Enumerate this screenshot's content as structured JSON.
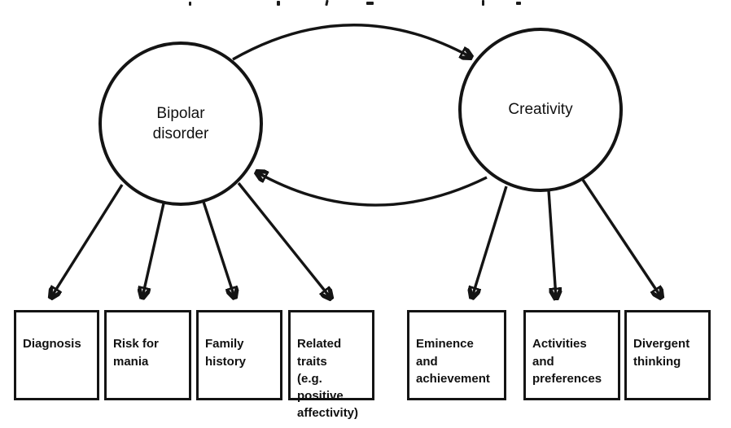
{
  "colors": {
    "ink": "#141414",
    "background": "#ffffff"
  },
  "diagram": {
    "type": "path-diagram",
    "nodes": {
      "bipolar": {
        "label": "Bipolar\ndisorder"
      },
      "creativity": {
        "label": "Creativity"
      }
    },
    "bipolar_indicators": [
      {
        "label": "Diagnosis"
      },
      {
        "label": "Risk for\nmania"
      },
      {
        "label": "Family\nhistory"
      },
      {
        "label": "Related\ntraits\n(e.g.\npositive\naffectivity)"
      }
    ],
    "creativity_indicators": [
      {
        "label": "Eminence and\nachievement"
      },
      {
        "label": "Activities and\npreferences"
      },
      {
        "label": "Divergent\nthinking"
      }
    ],
    "edges": [
      {
        "from": "Bipolar disorder",
        "to": "Creativity",
        "style": "curved-arrow"
      },
      {
        "from": "Creativity",
        "to": "Bipolar disorder",
        "style": "curved-arrow"
      },
      {
        "from": "Bipolar disorder",
        "to": "Diagnosis",
        "style": "straight-arrow"
      },
      {
        "from": "Bipolar disorder",
        "to": "Risk for mania",
        "style": "straight-arrow"
      },
      {
        "from": "Bipolar disorder",
        "to": "Family history",
        "style": "straight-arrow"
      },
      {
        "from": "Bipolar disorder",
        "to": "Related traits (e.g. positive affectivity)",
        "style": "straight-arrow"
      },
      {
        "from": "Creativity",
        "to": "Eminence and achievement",
        "style": "straight-arrow"
      },
      {
        "from": "Creativity",
        "to": "Activities and preferences",
        "style": "straight-arrow"
      },
      {
        "from": "Creativity",
        "to": "Divergent thinking",
        "style": "straight-arrow"
      }
    ]
  }
}
